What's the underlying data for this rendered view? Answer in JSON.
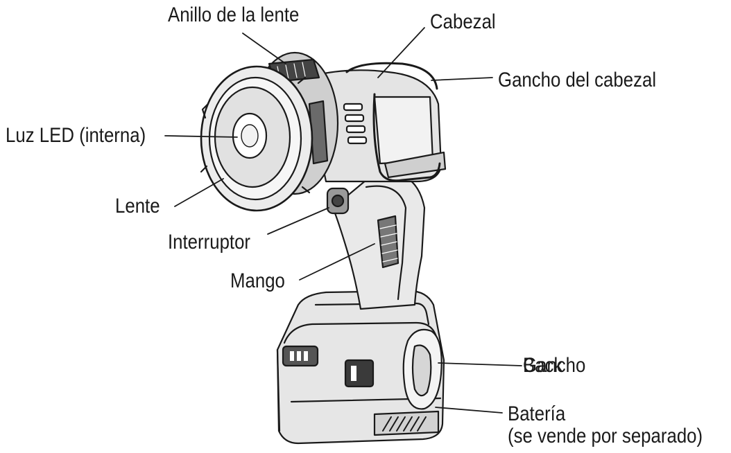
{
  "labels": {
    "lens_ring": "Anillo de la lente",
    "head": "Cabezal",
    "head_hook": "Gancho del cabezal",
    "led_light": "Luz LED (interna)",
    "lens": "Lente",
    "switch": "Interruptor",
    "handle": "Mango",
    "hook_a": "Gancho",
    "hook_b": "Back",
    "battery": "Batería",
    "battery_note": "(se vende por separado)"
  },
  "colors": {
    "ink": "#1a1a1a",
    "fill_light": "#e9e9e9",
    "fill_mid": "#bdbdbd",
    "fill_dark": "#555555"
  }
}
